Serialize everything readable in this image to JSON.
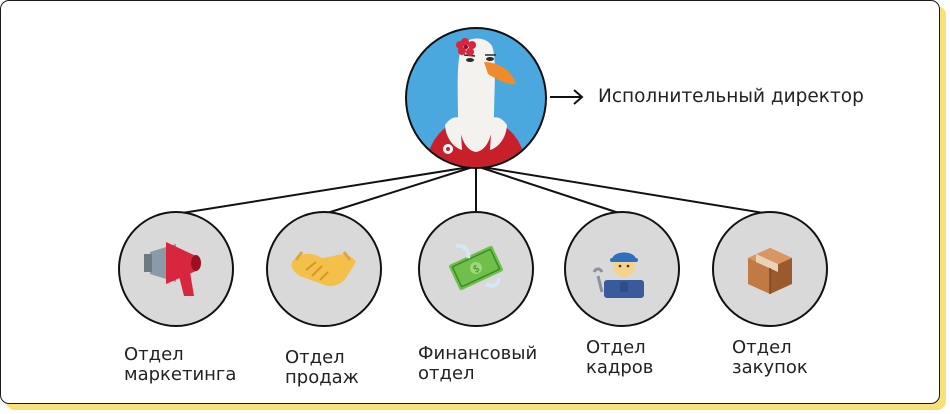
{
  "root": {
    "title": "Исполнительный директор",
    "avatar_icon": "goose-mascot-avatar",
    "avatar_bg": "#4ba8de"
  },
  "departments": [
    {
      "label": "Отдел\nмаркетинга",
      "icon": "megaphone-icon"
    },
    {
      "label": "Отдел\nпродаж",
      "icon": "handshake-icon"
    },
    {
      "label": "Финансовый\nотдел",
      "icon": "money-icon"
    },
    {
      "label": "Отдел\nкадров",
      "icon": "worker-icon"
    },
    {
      "label": "Отдел\nзакупок",
      "icon": "package-icon"
    }
  ],
  "colors": {
    "node_fill": "#d9d9d9",
    "stroke": "#111111",
    "frame_shadow": "#f7e27a",
    "accent_red": "#d7263d"
  }
}
